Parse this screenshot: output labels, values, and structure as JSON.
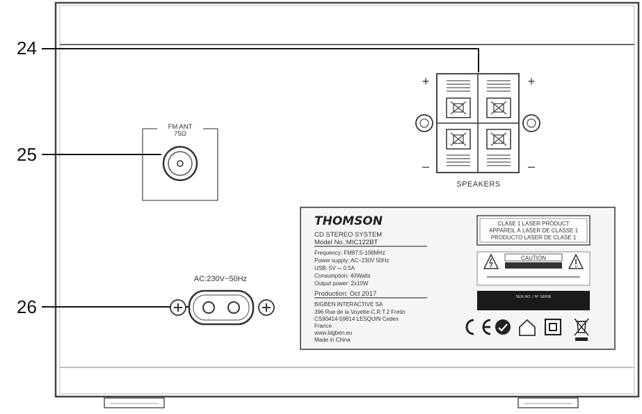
{
  "callouts": {
    "speakers_num": "24",
    "fm_num": "25",
    "ac_num": "26"
  },
  "fm": {
    "line1": "FM ANT",
    "line2": "75Ω"
  },
  "speakers": {
    "label": "SPEAKERS",
    "plus": "+",
    "minus": "–"
  },
  "ac": {
    "label": "AC:230V~50Hz"
  },
  "plate": {
    "brand": "THOMSON",
    "line1": "CD STEREO SYSTEM",
    "line2": "Model No.:MIC122BT",
    "spec1": "Frequency: FM87.5-108MHz",
    "spec2": "Power supply: AC~230V 50Hz",
    "spec3": "USB: 5V ⎓ 0.5A",
    "spec4": "Consumption: 40Watts",
    "spec5": "Output power: 2x10W",
    "production": "Production: Oct 2017",
    "company": "BIGBEN INTERACTIVE SA",
    "addr1": "396 Rue de la Voyette-C.R.T.2 Fretin",
    "addr2": "CS90414-59814 LESQUIN Cedex",
    "addr3": "France",
    "addr4": "www.bigben.eu",
    "addr5": "Made in China",
    "laser1": "CLASE 1 LASER PRODUCT",
    "laser2": "APPAREIL À LASER DE CLASSE 1",
    "laser3": "PRODUCTO LASER DE CLASE 1",
    "caution": "CAUTION",
    "serial": "SER.NO. / Nº SÉRIE"
  }
}
